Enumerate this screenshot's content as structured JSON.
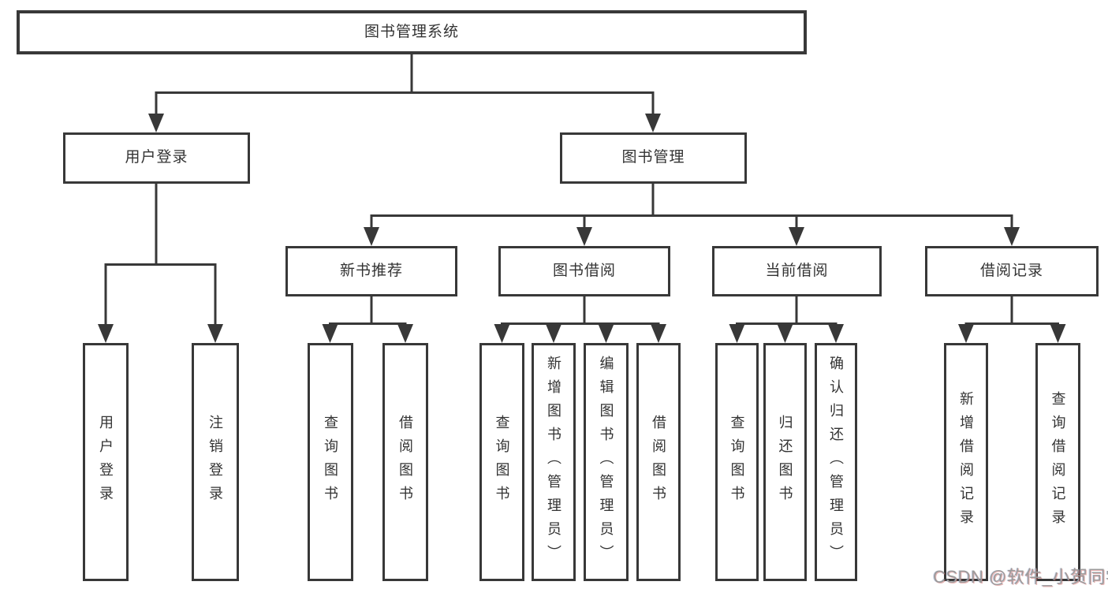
{
  "diagram": {
    "root": {
      "label": "图书管理系统"
    },
    "branches": [
      {
        "label": "用户登录",
        "children": [
          {
            "label": "用户登录"
          },
          {
            "label": "注销登录"
          }
        ]
      },
      {
        "label": "图书管理",
        "sections": [
          {
            "label": "新书推荐",
            "children": [
              {
                "label": "查询图书"
              },
              {
                "label": "借阅图书"
              }
            ]
          },
          {
            "label": "图书借阅",
            "children": [
              {
                "label": "查询图书"
              },
              {
                "label": "新增图书（管理员）"
              },
              {
                "label": "编辑图书（管理员）"
              },
              {
                "label": "借阅图书"
              }
            ]
          },
          {
            "label": "当前借阅",
            "children": [
              {
                "label": "查询图书"
              },
              {
                "label": "归还图书"
              },
              {
                "label": "确认归还（管理员）"
              }
            ]
          },
          {
            "label": "借阅记录",
            "children": [
              {
                "label": "新增借阅记录"
              },
              {
                "label": "查询借阅记录"
              }
            ]
          }
        ]
      }
    ]
  },
  "watermark": {
    "text": "CSDN @软件_小贺同学"
  },
  "colors": {
    "line": "#383838",
    "node_border": "#383838",
    "text": "#333333",
    "watermark": "#9b9b9b",
    "background": "#ffffff"
  }
}
